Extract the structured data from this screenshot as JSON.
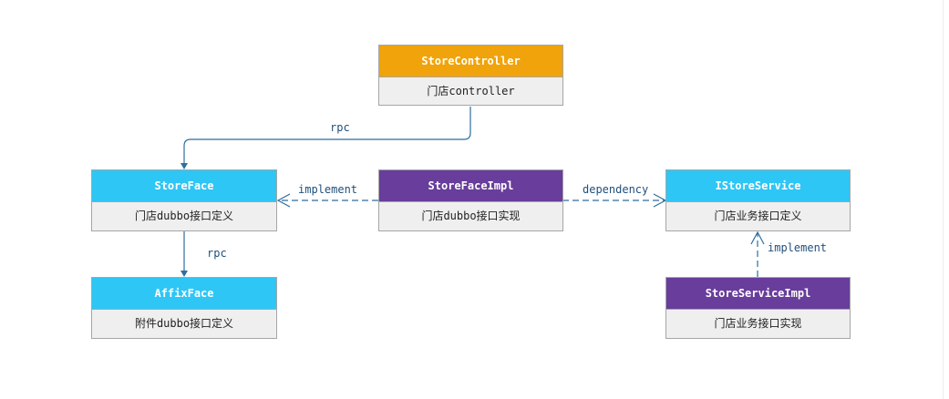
{
  "colors": {
    "orange": "#f0a30a",
    "cyan": "#2ec6f5",
    "purple": "#683d9b",
    "line": "#2d6e9e",
    "label": "#1f4f7a"
  },
  "nodes": {
    "store_controller": {
      "title": "StoreController",
      "desc": "门店controller"
    },
    "store_face": {
      "title": "StoreFace",
      "desc": "门店dubbo接口定义"
    },
    "store_face_impl": {
      "title": "StoreFaceImpl",
      "desc": "门店dubbo接口实现"
    },
    "istore_service": {
      "title": "IStoreService",
      "desc": "门店业务接口定义"
    },
    "affix_face": {
      "title": "AffixFace",
      "desc": "附件dubbo接口定义"
    },
    "store_service_impl": {
      "title": "StoreServiceImpl",
      "desc": "门店业务接口实现"
    }
  },
  "edges": {
    "controller_to_face": "rpc",
    "face_to_affix": "rpc",
    "impl_to_face": "implement",
    "impl_to_service": "dependency",
    "service_impl_to_service": "implement"
  }
}
